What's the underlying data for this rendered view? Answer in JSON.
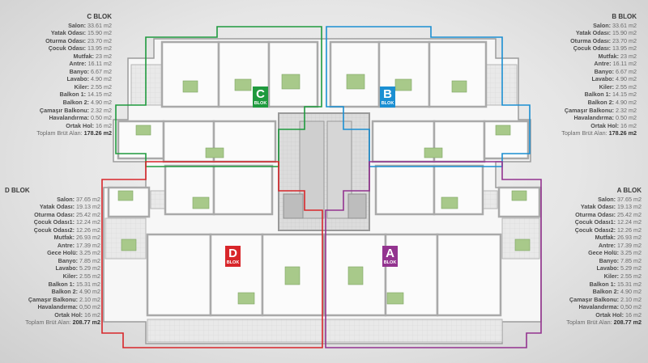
{
  "blocks": {
    "c": {
      "title": "C BLOK",
      "rows": [
        {
          "k": "Salon:",
          "v": "33.61 m2"
        },
        {
          "k": "Yatak Odası:",
          "v": "15.90 m2"
        },
        {
          "k": "Oturma Odası:",
          "v": "23.70 m2"
        },
        {
          "k": "Çocuk Odası:",
          "v": "13.95 m2"
        },
        {
          "k": "Mutfak:",
          "v": "23 m2"
        },
        {
          "k": "Antre:",
          "v": "16.11 m2"
        },
        {
          "k": "Banyo:",
          "v": "6.67 m2"
        },
        {
          "k": "Lavabo:",
          "v": "4.90 m2"
        },
        {
          "k": "Kiler:",
          "v": "2.55 m2"
        },
        {
          "k": "Balkon 1:",
          "v": "14.15 m2"
        },
        {
          "k": "Balkon 2:",
          "v": "4.90 m2"
        },
        {
          "k": "Çamaşır Balkonu:",
          "v": "2.32 m2"
        },
        {
          "k": "Havalandırma:",
          "v": "0.50 m2"
        },
        {
          "k": "Ortak Hol:",
          "v": "16 m2"
        }
      ],
      "total_label": "Toplam Brüt Alan:",
      "total_value": "178.26 m2"
    },
    "b": {
      "title": "B BLOK",
      "rows": [
        {
          "k": "Salon:",
          "v": "33.61 m2"
        },
        {
          "k": "Yatak Odası:",
          "v": "15.90 m2"
        },
        {
          "k": "Oturma Odası:",
          "v": "23.70 m2"
        },
        {
          "k": "Çocuk Odası:",
          "v": "13.95 m2"
        },
        {
          "k": "Mutfak:",
          "v": "23 m2"
        },
        {
          "k": "Antre:",
          "v": "16.11 m2"
        },
        {
          "k": "Banyo:",
          "v": "6.67 m2"
        },
        {
          "k": "Lavabo:",
          "v": "4.90 m2"
        },
        {
          "k": "Kiler:",
          "v": "2.55 m2"
        },
        {
          "k": "Balkon 1:",
          "v": "14.15 m2"
        },
        {
          "k": "Balkon 2:",
          "v": "4.90 m2"
        },
        {
          "k": "Çamaşır Balkonu:",
          "v": "2.32 m2"
        },
        {
          "k": "Havalandırma:",
          "v": "0.50 m2"
        },
        {
          "k": "Ortak Hol:",
          "v": "16 m2"
        }
      ],
      "total_label": "Toplam Brüt Alan:",
      "total_value": "178.26 m2"
    },
    "d": {
      "title": "D BLOK",
      "rows": [
        {
          "k": "Salon:",
          "v": "37.65 m2"
        },
        {
          "k": "Yatak Odası:",
          "v": "19.13 m2"
        },
        {
          "k": "Oturma Odası:",
          "v": "25.42 m2"
        },
        {
          "k": "Çocuk Odası1:",
          "v": "12.24 m2"
        },
        {
          "k": "Çocuk Odası2:",
          "v": "12.26 m2"
        },
        {
          "k": "Mutfak:",
          "v": "26.93 m2"
        },
        {
          "k": "Antre:",
          "v": "17.39 m2"
        },
        {
          "k": "Gece Holü:",
          "v": "3.25 m2"
        },
        {
          "k": "Banyo:",
          "v": "7.85 m2"
        },
        {
          "k": "Lavabo:",
          "v": "5.29 m2"
        },
        {
          "k": "Kiler:",
          "v": "2.55 m2"
        },
        {
          "k": "Balkon 1:",
          "v": "15.31 m2"
        },
        {
          "k": "Balkon 2:",
          "v": "4.90 m2"
        },
        {
          "k": "Çamaşır Balkonu:",
          "v": "2.10 m2"
        },
        {
          "k": "Havalandırma:",
          "v": "0,50 m2"
        },
        {
          "k": "Ortak Hol:",
          "v": "16 m2"
        }
      ],
      "total_label": "Toplam Brüt Alan:",
      "total_value": "208.77 m2"
    },
    "a": {
      "title": "A BLOK",
      "rows": [
        {
          "k": "Salon:",
          "v": "37.65 m2"
        },
        {
          "k": "Yatak Odası:",
          "v": "19.13 m2"
        },
        {
          "k": "Oturma Odası:",
          "v": "25.42 m2"
        },
        {
          "k": "Çocuk Odası1:",
          "v": "12.24 m2"
        },
        {
          "k": "Çocuk Odası2:",
          "v": "12.26 m2"
        },
        {
          "k": "Mutfak:",
          "v": "26.93 m2"
        },
        {
          "k": "Antre:",
          "v": "17.39 m2"
        },
        {
          "k": "Gece Holü:",
          "v": "3.25 m2"
        },
        {
          "k": "Banyo:",
          "v": "7.85 m2"
        },
        {
          "k": "Lavabo:",
          "v": "5.29 m2"
        },
        {
          "k": "Kiler:",
          "v": "2.55 m2"
        },
        {
          "k": "Balkon 1:",
          "v": "15.31 m2"
        },
        {
          "k": "Balkon 2:",
          "v": "4.90 m2"
        },
        {
          "k": "Çamaşır Balkonu:",
          "v": "2.10 m2"
        },
        {
          "k": "Havalandırma:",
          "v": "0,50 m2"
        },
        {
          "k": "Ortak Hol:",
          "v": "16 m2"
        }
      ],
      "total_label": "Toplam Brüt Alan:",
      "total_value": "208.77 m2"
    }
  },
  "badges": {
    "c": {
      "letter": "C",
      "sub": "BLOK",
      "color": "#1f9a3e"
    },
    "b": {
      "letter": "B",
      "sub": "BLOK",
      "color": "#1b8fd2"
    },
    "d": {
      "letter": "D",
      "sub": "BLOK",
      "color": "#d8262a"
    },
    "a": {
      "letter": "A",
      "sub": "BLOK",
      "color": "#93338f"
    }
  },
  "outline_colors": {
    "c": "#1f9a3e",
    "b": "#1b8fd2",
    "d": "#d8262a",
    "a": "#93338f"
  }
}
